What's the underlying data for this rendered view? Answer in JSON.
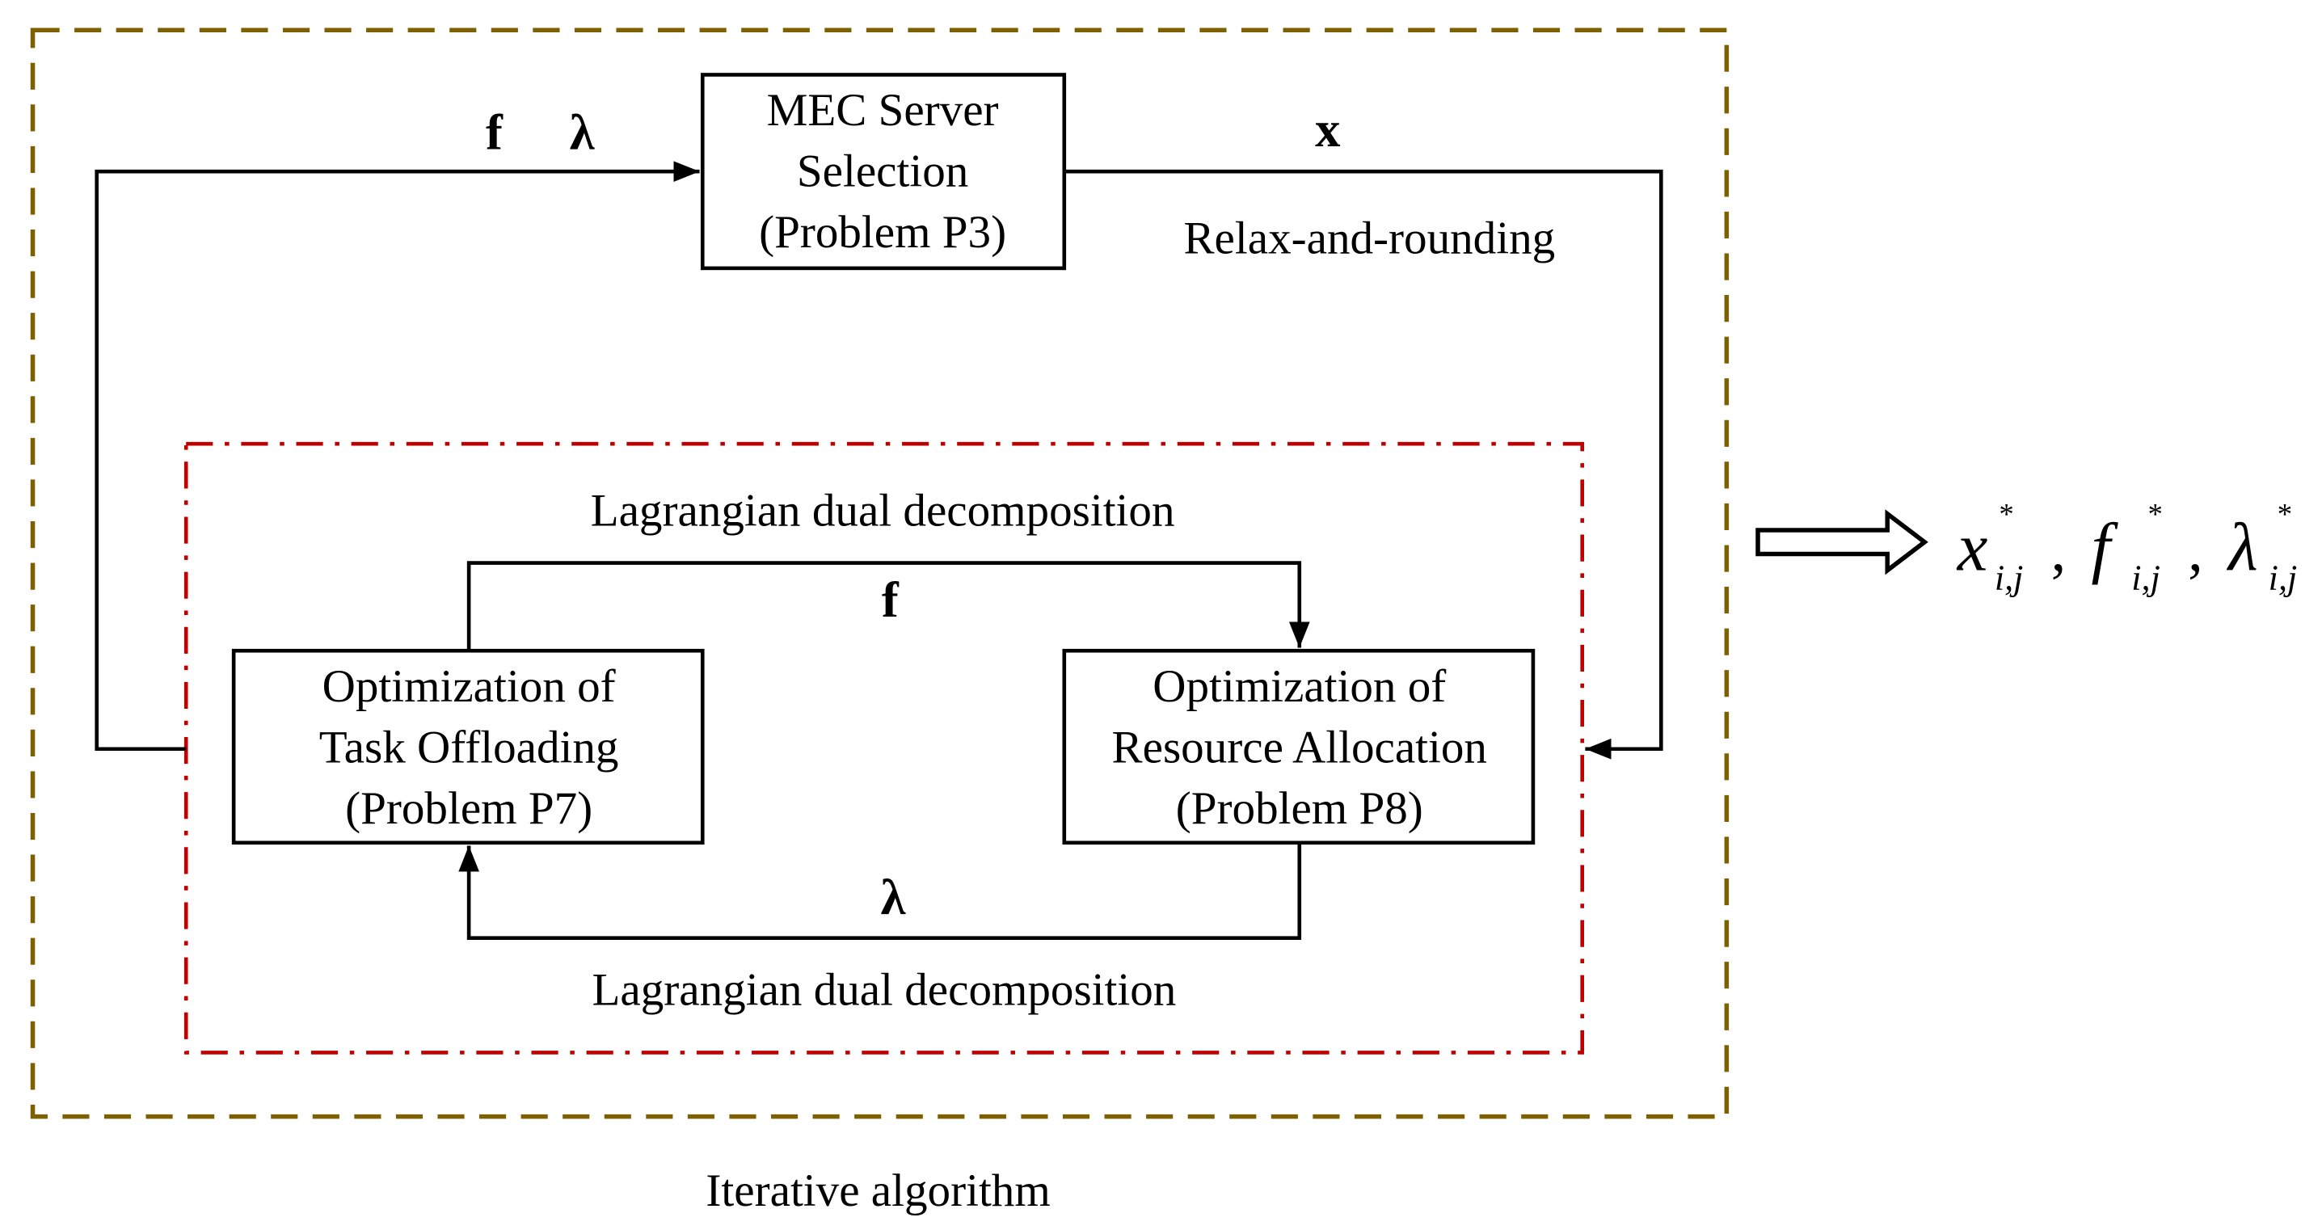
{
  "colors": {
    "outer_border": "#7f6000",
    "inner_border": "#c00000",
    "lines": "#000000"
  },
  "boxes": {
    "mec": [
      "MEC Server",
      "Selection",
      "(Problem P3)"
    ],
    "task": [
      "Optimization of",
      "Task Offloading",
      "(Problem P7)"
    ],
    "resource": [
      "Optimization of",
      "Resource Allocation",
      "(Problem P8)"
    ]
  },
  "labels": {
    "top_f": "f",
    "top_lambda": "λ",
    "top_x": "x",
    "relax": "Relax-and-rounding",
    "lagrangian_top": "Lagrangian dual decomposition",
    "lagrangian_bottom": "Lagrangian dual decomposition",
    "mid_f": "f",
    "mid_lambda": "λ",
    "iterative": "Iterative algorithm"
  },
  "output": {
    "x": "x",
    "f": "f",
    "lambda": "λ",
    "star": "*",
    "sub": "i,j",
    "comma": ","
  }
}
